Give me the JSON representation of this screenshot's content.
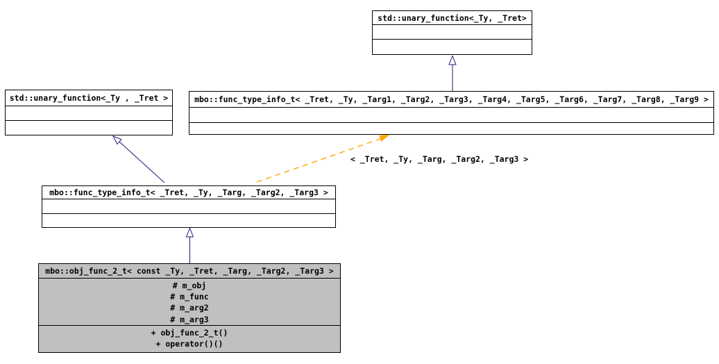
{
  "diagram": {
    "classes": {
      "std_unary_function_top": {
        "title": "std::unary_function<_Ty, _Tret>"
      },
      "std_unary_function_left": {
        "title": "std::unary_function<_Ty , _Tret >"
      },
      "func_type_info_full": {
        "title": "mbo::func_type_info_t< _Tret, _Ty, _Targ1, _Targ2, _Targ3, _Targ4, _Targ5, _Targ6, _Targ7, _Targ8, _Targ9 >"
      },
      "func_type_info_specialized": {
        "title": "mbo::func_type_info_t< _Tret, _Ty, _Targ, _Targ2, _Targ3 >"
      },
      "obj_func_2_t": {
        "title": "mbo::obj_func_2_t< const _Ty, _Tret, _Targ, _Targ2, _Targ3 >",
        "attributes": [
          "# m_obj",
          "# m_func",
          "# m_arg2",
          "# m_arg3"
        ],
        "methods": [
          "+ obj_func_2_t()",
          "+ operator()()"
        ]
      }
    },
    "template_instantiation_label": "< _Tret, _Ty, _Targ, _Targ2, _Targ3 >",
    "colors": {
      "inheritance_arrow": "#191970",
      "template_arrow": "#ffa500",
      "highlight_fill": "#c0c0c0",
      "box_fill": "#ffffff",
      "box_border": "#000000"
    }
  }
}
